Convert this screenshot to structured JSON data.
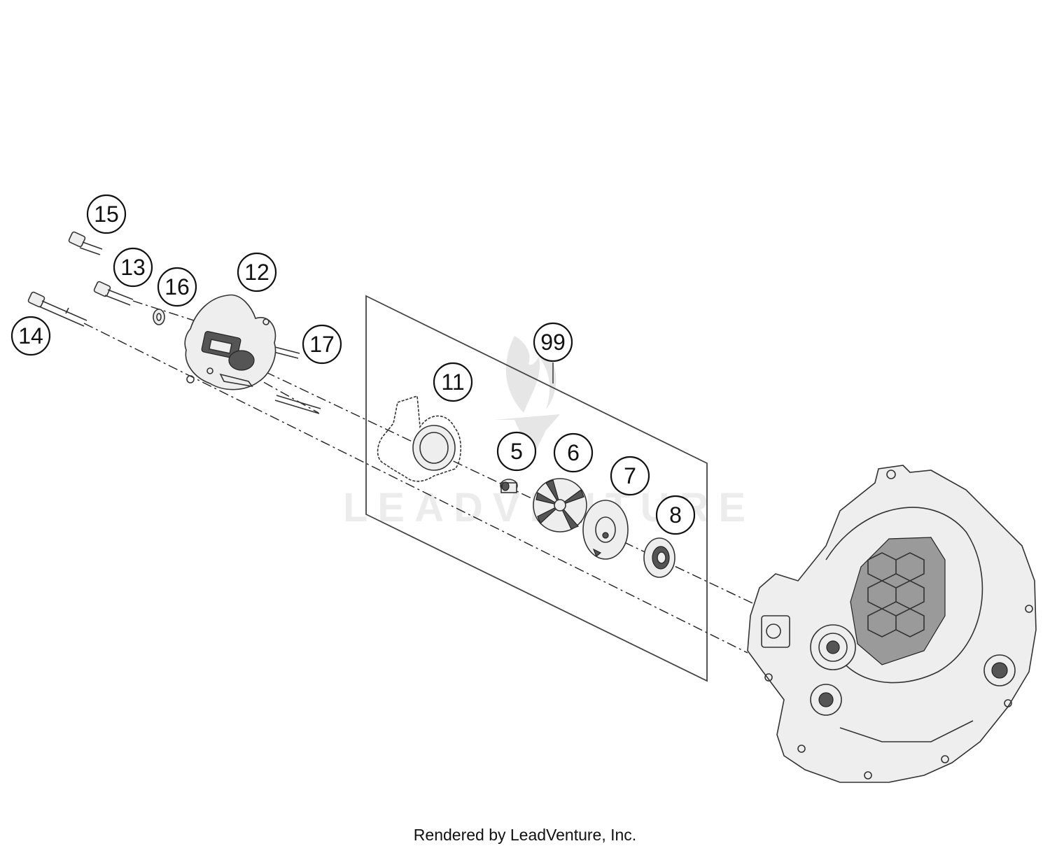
{
  "diagram": {
    "callouts": [
      {
        "id": "c15",
        "label": "15"
      },
      {
        "id": "c13",
        "label": "13"
      },
      {
        "id": "c16",
        "label": "16"
      },
      {
        "id": "c12",
        "label": "12"
      },
      {
        "id": "c14",
        "label": "14"
      },
      {
        "id": "c17",
        "label": "17"
      },
      {
        "id": "c99",
        "label": "99"
      },
      {
        "id": "c11",
        "label": "11"
      },
      {
        "id": "c5",
        "label": "5"
      },
      {
        "id": "c6",
        "label": "6"
      },
      {
        "id": "c7",
        "label": "7"
      },
      {
        "id": "c8",
        "label": "8"
      }
    ],
    "watermark_text": "LEADVENTURE"
  },
  "footer": {
    "text": "Rendered by LeadVenture, Inc."
  }
}
